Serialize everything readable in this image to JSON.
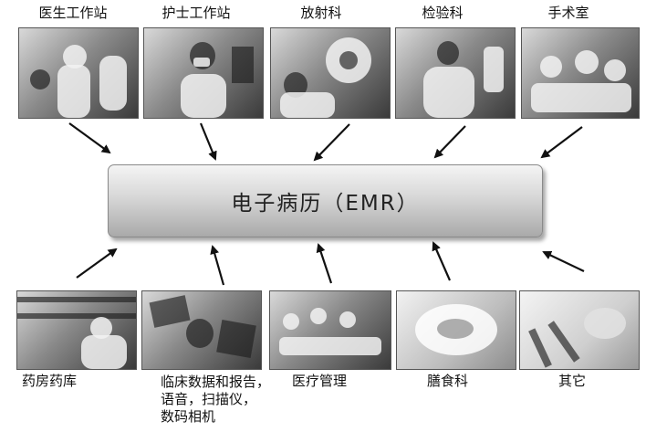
{
  "top_sources": [
    {
      "label": "医生工作站",
      "icon": "doctor-photo"
    },
    {
      "label": "护士工作站",
      "icon": "nurse-photo"
    },
    {
      "label": "放射科",
      "icon": "radiology-photo"
    },
    {
      "label": "检验科",
      "icon": "laboratory-photo"
    },
    {
      "label": "手术室",
      "icon": "operating-room-photo"
    }
  ],
  "center": {
    "label": "电子病历（EMR）"
  },
  "bottom_sources": [
    {
      "label": "药房药库",
      "icon": "pharmacy-photo"
    },
    {
      "label": "临床数据和报告，",
      "icon": "clinical-data-photo"
    },
    {
      "label": "医疗管理",
      "icon": "medical-management-photo"
    },
    {
      "label": "膳食科",
      "icon": "dietary-photo"
    },
    {
      "label": "其它",
      "icon": "other-photo"
    }
  ],
  "clinical_extra_lines": [
    "语音，扫描仪，",
    "数码相机"
  ]
}
